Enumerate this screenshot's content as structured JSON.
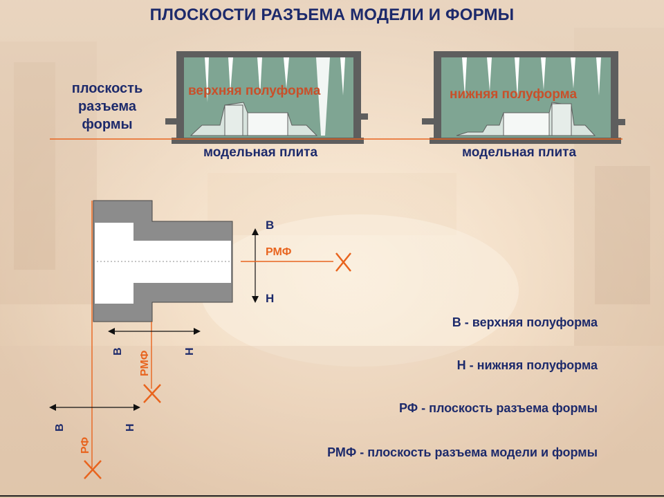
{
  "title": "ПЛОСКОСТИ РАЗЪЕМА МОДЕЛИ И ФОРМЫ",
  "plane_label": {
    "line1": "плоскость",
    "line2": "разъема",
    "line3": "формы"
  },
  "flasks": {
    "upper_label": "верхняя полуформа",
    "lower_label": "нижняя полуформа",
    "plate_label_left": "модельная плита",
    "plate_label_right": "модельная плита"
  },
  "part": {
    "top_v": "В",
    "top_n": "Н",
    "top_rmf": "РМФ",
    "rot_v1": "В",
    "rot_n1": "Н",
    "rot_rmf": "РМФ",
    "rot_v2": "В",
    "rot_n2": "Н",
    "rot_rf": "РФ"
  },
  "legend": [
    "В - верхняя полуформа",
    "Н - нижняя полуформа",
    "РФ - плоскость разъема формы",
    "РМФ - плоскость разъема модели и формы"
  ],
  "colors": {
    "title": "#1d2a6b",
    "accent": "#e8641e",
    "sand": "#7fa593",
    "metal": "#5e5e5e"
  }
}
